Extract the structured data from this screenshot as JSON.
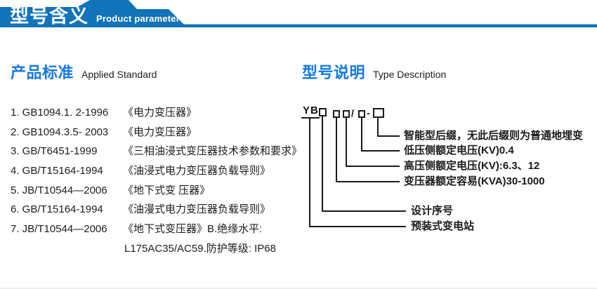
{
  "header": {
    "title_zh": "型号含义",
    "title_en": "Product parameters"
  },
  "colors": {
    "banner_blue": "#1173b8",
    "heading_blue": "#1578e1",
    "text_black": "#1c1c1c"
  },
  "standards": {
    "heading_zh": "产品标准",
    "heading_en": "Applied Standard",
    "items": [
      {
        "code": "1. GB1094.1. 2-1996",
        "title": "《电力变压器》"
      },
      {
        "code": "2. GB1094.3.5- 2003",
        "title": "《电力变压器》"
      },
      {
        "code": "3. GB/T6451-1999",
        "title": "《三相油浸式变压器技术参数和要求》"
      },
      {
        "code": "4. GB/T15164-1994",
        "title": "《油浸式电力变压器负载导则》"
      },
      {
        "code": "5. JB/T10544—2006",
        "title": "《地下式变 压器》"
      },
      {
        "code": "6. GB/T15164-1994",
        "title": "《油漫式电力变压器负载导则》"
      },
      {
        "code": "7. JB/T10544—2006",
        "title": "《地下式变压器》B.绝缘水平:"
      }
    ],
    "continuation": "L175AC35/AC59.防护等级: IP68"
  },
  "type_description": {
    "heading_zh": "型号说明",
    "heading_en": "Type Description",
    "model_prefix": "YB",
    "slash": "/",
    "dash": "-",
    "labels": [
      "智能型后缀，无此后缀则为普通地埋变",
      "低压侧额定电压(KV)0.4",
      "高压侧额定电压(KV):6.3、12",
      "变压器额定容易(KVA)30-1000",
      "设计序号",
      "预装式变电站"
    ]
  }
}
